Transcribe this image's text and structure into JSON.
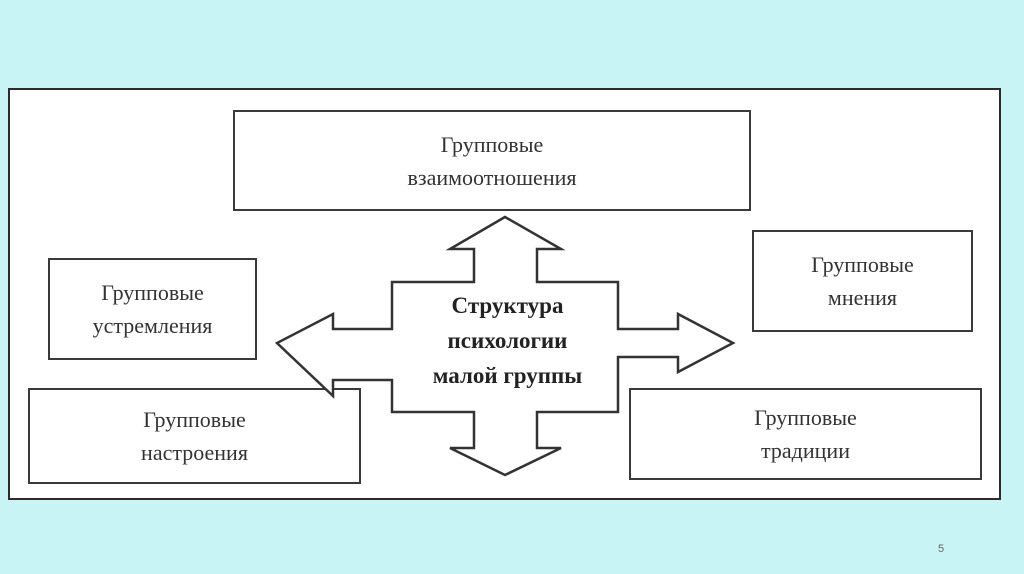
{
  "diagram": {
    "center": [
      "Структура",
      "психологии",
      "малой группы"
    ],
    "boxes": {
      "top": [
        "Групповые",
        "взаимоотношения"
      ],
      "upper_left": [
        "Групповые",
        "устремления"
      ],
      "lower_left": [
        "Групповые",
        "настроения"
      ],
      "upper_right": [
        "Групповые",
        "мнения"
      ],
      "lower_right": [
        "Групповые",
        "традиции"
      ]
    }
  },
  "slide": {
    "number": "5"
  },
  "colors": {
    "background": "#c8f4f6",
    "frame": "#ffffff",
    "stroke": "#3a3a3a"
  }
}
